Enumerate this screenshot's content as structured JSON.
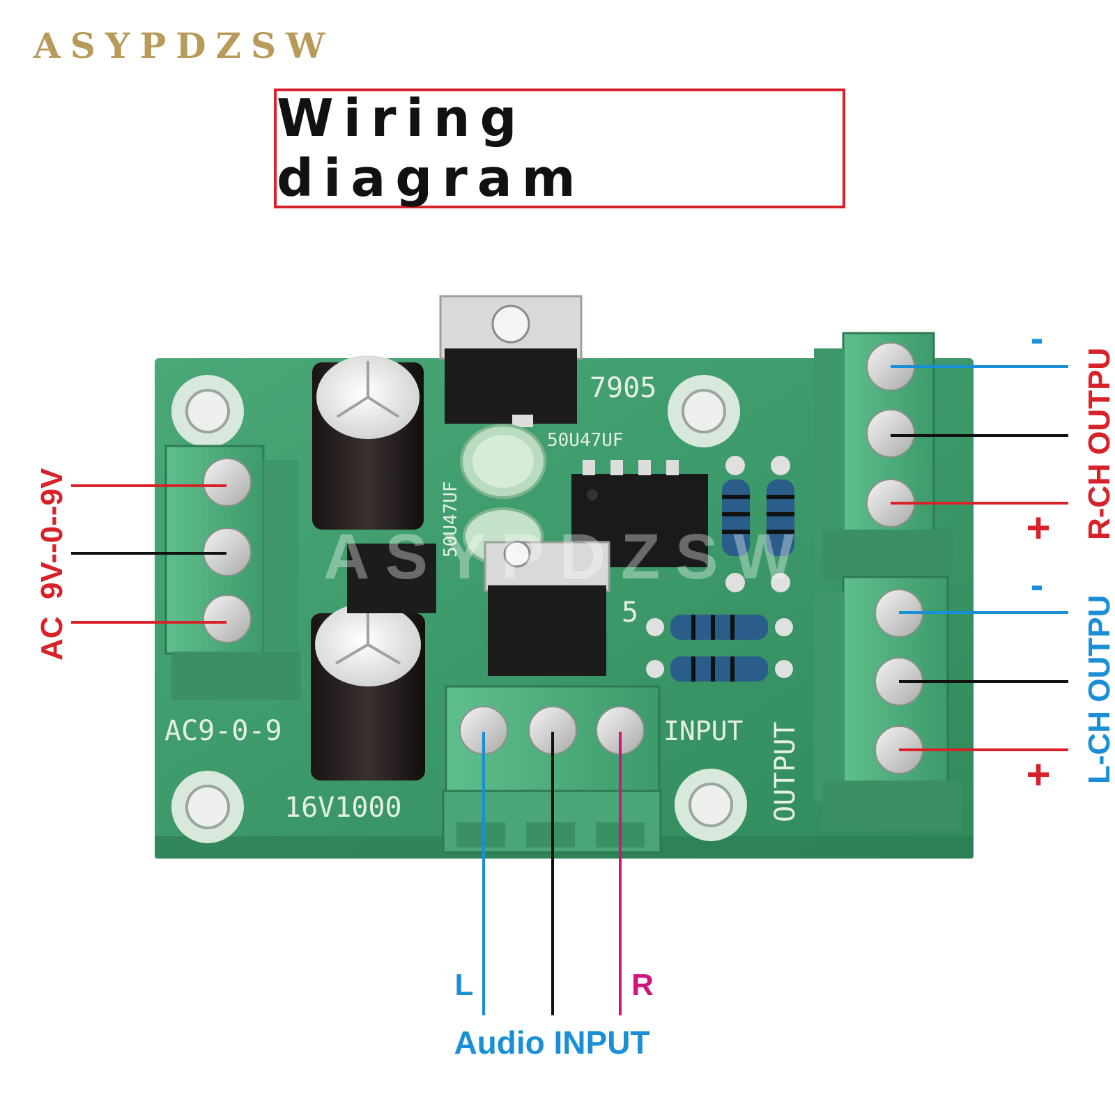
{
  "brand": "ASYPDZSW",
  "title": "Wiring diagram",
  "watermark": "ASYPDZSW",
  "board": {
    "silk_ac": "AC9-0-9",
    "silk_cap": "16V1000",
    "silk_7905": "7905",
    "silk_50v47uf_top": "50U47UF",
    "silk_50v47uf_side": "50U47UF",
    "silk_input": "INPUT",
    "silk_output": "OUTPUT",
    "silk_5": "5"
  },
  "labels": {
    "ac": "AC  9V--0--9V",
    "r_minus": "-",
    "r_plus": "+",
    "r_output": "R-CH OUTPU",
    "l_minus": "-",
    "l_plus": "+",
    "l_output": "L-CH OUTPU",
    "in_l": "L",
    "in_r": "R",
    "audio_input": "Audio INPUT"
  },
  "colors": {
    "red": "#d8222a",
    "blue": "#1a8fd6",
    "black": "#111111",
    "magenta": "#d0157a",
    "pcb": "#3f9b6b",
    "terminal": "#4fae7c",
    "brand": "#b89a5a"
  },
  "icons": [
    "screw-terminal-icon",
    "electrolytic-capacitor-icon",
    "voltage-regulator-icon",
    "resistor-icon",
    "ic-chip-icon",
    "mounting-hole-icon"
  ]
}
